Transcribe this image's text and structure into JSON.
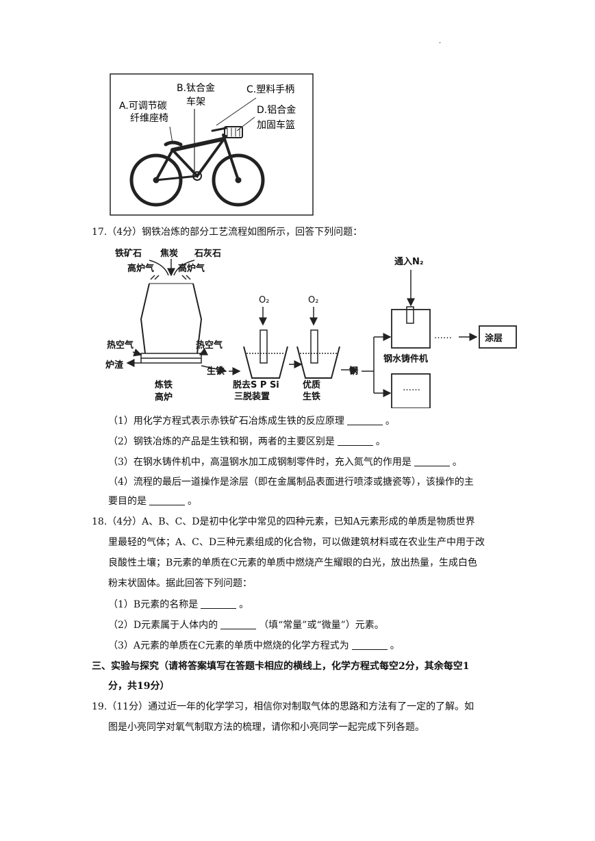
{
  "page_mark": "·",
  "bike_figure": {
    "label_a_line1": "A.可调节碳",
    "label_a_line2": "纤维座椅",
    "label_b_line1": "B.钛合金",
    "label_b_line2": "车架",
    "label_c": "C.塑料手柄",
    "label_d_line1": "D.铝合金",
    "label_d_line2": "加固车篮"
  },
  "q17": {
    "stem": "17.（4分）钢铁冶炼的部分工艺流程如图所示，回答下列问题：",
    "flow": {
      "iron_ore": "铁矿石",
      "coke": "焦炭",
      "limestone": "石灰石",
      "furnace_gas": "高炉气",
      "hot_air": "热空气",
      "slag": "炉渣",
      "pig_iron": "生铁",
      "furnace_line1": "炼铁",
      "furnace_line2": "高炉",
      "o2": "O₂",
      "desulf_line1": "脱去S P Si",
      "desulf_line2": "三脱装置",
      "quality_line1": "优质",
      "quality_line2": "生铁",
      "steel": "钢",
      "n2_in": "通入N₂",
      "casting": "钢水铸件机",
      "coating": "涂层",
      "dots": "……",
      "chain_dots": "……"
    },
    "sub1": "（1）用化学方程式表示赤铁矿石冶炼成生铁的反应原理",
    "sub2": "（2）钢铁冶炼的产品是生铁和钢，两者的主要区别是",
    "sub3": "（3）在钢水铸件机中，高温钢水加工成钢制零件时，充入氮气的作用是",
    "sub4_line1": "（4）流程的最后一道操作是涂层（即在金属制品表面进行喷漆或搪瓷等），该操作的主",
    "sub4_line2": "要目的是",
    "period": "。"
  },
  "q18": {
    "line1": "18.（4分）A、B、C、D是初中化学中常见的四种元素，已知A元素形成的单质是物质世界",
    "line2": "里最轻的气体；A、C、D三种元素组成的化合物，可以做建筑材料或在农业生产中用于改",
    "line3": "良酸性土壤；B元素的单质在C元素的单质中燃烧产生耀眼的白光，放出热量，生成白色",
    "line4": "粉末状固体。据此回答下列问题：",
    "sub1": "（1）B元素的名称是",
    "sub2_a": "（2）D元素属于人体内的",
    "sub2_b": "（填“常量”或“微量”）元素。",
    "sub3": "（3）A元素的单质在C元素的单质中燃烧的化学方程式为"
  },
  "section3": {
    "line1": "三、实验与探究（请将答案填写在答题卡相应的横线上，化学方程式每空2分，其余每空1",
    "line2": "分，共19分）"
  },
  "q19": {
    "line1": "19.（11分）通过近一年的化学学习，相信你对制取气体的思路和方法有了一定的了解。如",
    "line2": "图是小亮同学对氧气制取方法的梳理，请你和小亮同学一起完成下列各题。"
  }
}
